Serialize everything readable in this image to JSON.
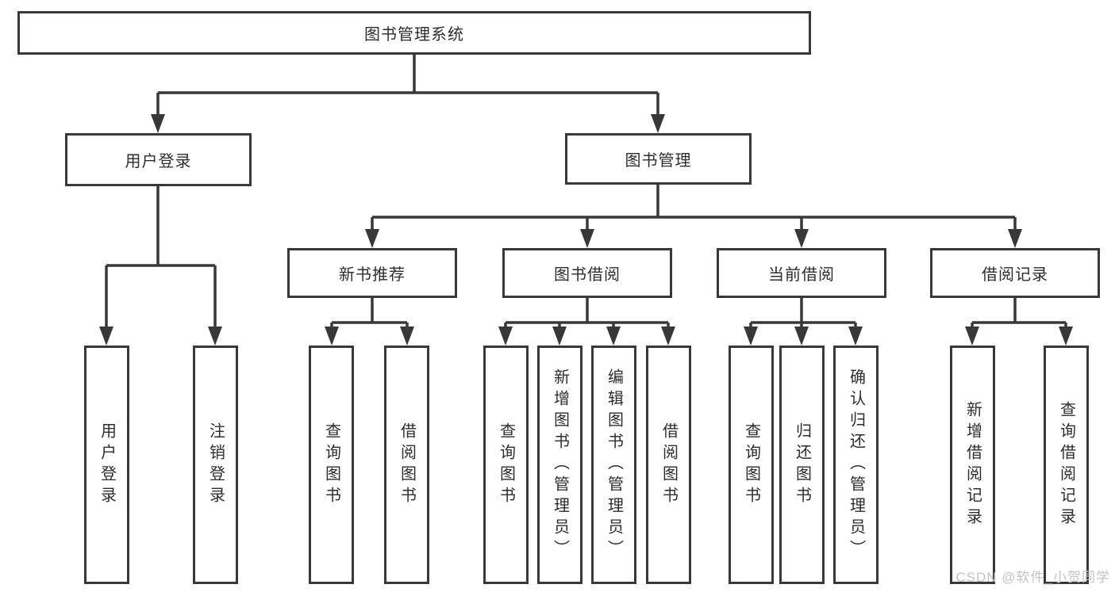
{
  "tree": {
    "root": "图书管理系统",
    "branches": [
      {
        "label": "用户登录",
        "children": [
          {
            "label": "用户登录"
          },
          {
            "label": "注销登录"
          }
        ]
      },
      {
        "label": "图书管理",
        "children": [
          {
            "label": "新书推荐",
            "children": [
              {
                "label": "查询图书"
              },
              {
                "label": "借阅图书"
              }
            ]
          },
          {
            "label": "图书借阅",
            "children": [
              {
                "label": "查询图书"
              },
              {
                "label": "新增图书（管理员）"
              },
              {
                "label": "编辑图书（管理员）"
              },
              {
                "label": "借阅图书"
              }
            ]
          },
          {
            "label": "当前借阅",
            "children": [
              {
                "label": "查询图书"
              },
              {
                "label": "归还图书"
              },
              {
                "label": "确认归还（管理员）"
              }
            ]
          },
          {
            "label": "借阅记录",
            "children": [
              {
                "label": "新增借阅记录"
              },
              {
                "label": "查询借阅记录"
              }
            ]
          }
        ]
      }
    ]
  },
  "watermark": "CSDN @软件_小贺同学",
  "colors": {
    "line": "#383838",
    "node_text": "#2d2d2d",
    "node_background": "#ffffff",
    "watermark_text": "#c4c4c4"
  }
}
